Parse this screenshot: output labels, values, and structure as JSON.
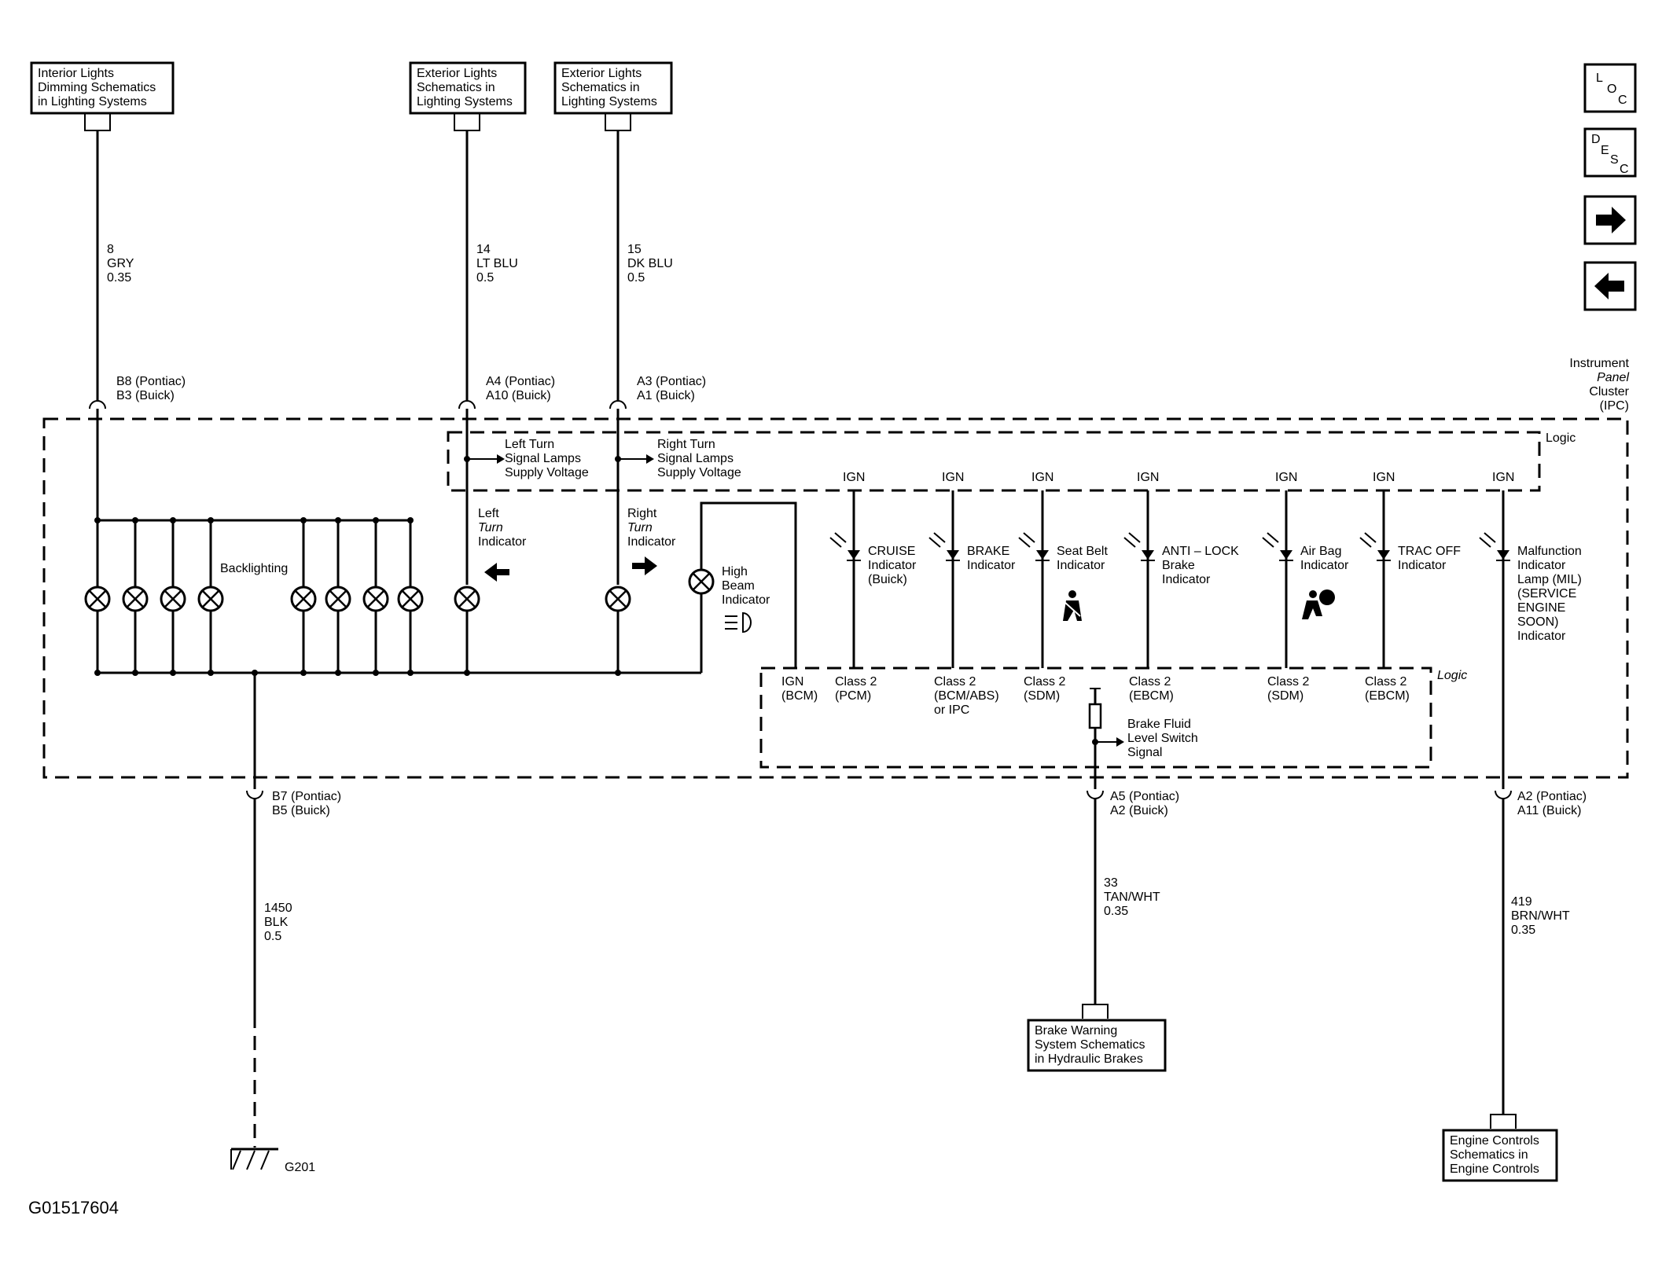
{
  "refs": {
    "interior_dimming": [
      "Interior Lights",
      "Dimming Schematics",
      "in Lighting Systems"
    ],
    "exterior_left": [
      "Exterior Lights",
      "Schematics in",
      "Lighting Systems"
    ],
    "exterior_right": [
      "Exterior Lights",
      "Schematics in",
      "Lighting Systems"
    ],
    "brake_warning": [
      "Brake Warning",
      "System Schematics",
      "in Hydraulic Brakes"
    ],
    "engine_controls": [
      "Engine Controls",
      "Schematics in",
      "Engine Controls"
    ]
  },
  "nav": {
    "loc": {
      "l1": "L",
      "l2": "O",
      "l3": "C"
    },
    "desc": {
      "l1": "D",
      "l2": "E",
      "l3": "S",
      "l4": "C"
    },
    "next_icon": "arrow-right-icon",
    "prev_icon": "arrow-left-icon"
  },
  "module": {
    "name": [
      "Instrument",
      "Panel",
      "Cluster",
      "(IPC)"
    ],
    "logic_label": "Logic",
    "logic_label_2": "Logic"
  },
  "wires": {
    "w8": [
      "8",
      "GRY",
      "0.35"
    ],
    "w14": [
      "14",
      "LT BLU",
      "0.5"
    ],
    "w15": [
      "15",
      "DK BLU",
      "0.5"
    ],
    "w1450": [
      "1450",
      "BLK",
      "0.5"
    ],
    "w33": [
      "33",
      "TAN/WHT",
      "0.35"
    ],
    "w419": [
      "419",
      "BRN/WHT",
      "0.35"
    ]
  },
  "connectors": {
    "b8": [
      "B8 (Pontiac)",
      "B3 (Buick)"
    ],
    "a4": [
      "A4  (Pontiac)",
      "A10 (Buick)"
    ],
    "a3": [
      "A3 (Pontiac)",
      "A1  (Buick)"
    ],
    "b7": [
      "B7 (Pontiac)",
      "B5 (Buick)"
    ],
    "a5": [
      "A5 (Pontiac)",
      "A2  (Buick)"
    ],
    "a2": [
      "A2  (Pontiac)",
      "A11 (Buick)"
    ]
  },
  "logic_top": {
    "left_supply": [
      "Left Turn",
      "Signal Lamps",
      "Supply Voltage"
    ],
    "right_supply": [
      "Right Turn",
      "Signal Lamps",
      "Supply Voltage"
    ]
  },
  "indicators": {
    "backlighting": "Backlighting",
    "left_turn": [
      "Left",
      "Turn",
      "Indicator"
    ],
    "right_turn": [
      "Right",
      "Turn",
      "Indicator"
    ],
    "high_beam": [
      "High",
      "Beam",
      "Indicator"
    ],
    "cruise": [
      "CRUISE",
      "Indicator",
      "(Buick)"
    ],
    "brake": [
      "BRAKE",
      "Indicator"
    ],
    "seat_belt": [
      "Seat Belt",
      "Indicator"
    ],
    "anti_lock": [
      "ANTI – LOCK",
      "Brake",
      "Indicator"
    ],
    "air_bag": [
      "Air Bag",
      "Indicator"
    ],
    "trac_off": [
      "TRAC OFF",
      "Indicator"
    ],
    "mil": [
      "Malfunction",
      "Indicator",
      "Lamp (MIL)",
      "(SERVICE",
      "ENGINE",
      "SOON)",
      "Indicator"
    ]
  },
  "ign": "IGN",
  "logic_bottom": {
    "ign_bcm": [
      "IGN",
      "(BCM)"
    ],
    "pcm": [
      "Class 2",
      "(PCM)"
    ],
    "bcm_abs": [
      "Class 2",
      "(BCM/ABS)",
      "or IPC"
    ],
    "sdm1": [
      "Class 2",
      "(SDM)"
    ],
    "ebcm1": [
      "Class 2",
      "(EBCM)"
    ],
    "sdm2": [
      "Class 2",
      "(SDM)"
    ],
    "ebcm2": [
      "Class 2",
      "(EBCM)"
    ],
    "brake_fluid": [
      "Brake Fluid",
      "Level Switch",
      "Signal"
    ]
  },
  "ground": "G201",
  "figure_id": "G01517604"
}
